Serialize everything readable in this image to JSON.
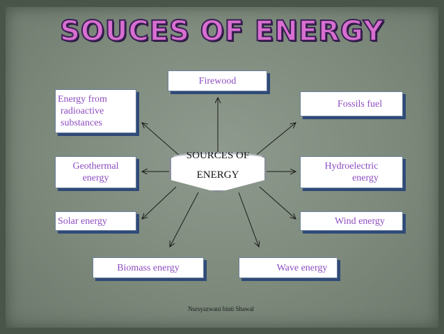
{
  "title": "SOUCES OF ENERGY",
  "center": {
    "line1": "SOURCES OF",
    "line2": "ENERGY"
  },
  "nodes": {
    "firewood": "Firewood",
    "radioactive": [
      "Energy from",
      "radioactive",
      "substances"
    ],
    "fossils": "Fossils fuel",
    "geothermal": [
      "Geothermal",
      "energy"
    ],
    "hydroelectric": [
      "Hydroelectric",
      "energy"
    ],
    "solar": "Solar energy",
    "wind": "Wind energy",
    "biomass": "Biomass energy",
    "wave": "Wave energy"
  },
  "footer": "Nursyazwani binti Shawal",
  "colors": {
    "title": "#d86fd0",
    "node_text": "#8d4cc0",
    "node_shadow": "#2f4a78",
    "background": "#7d8a7c"
  }
}
